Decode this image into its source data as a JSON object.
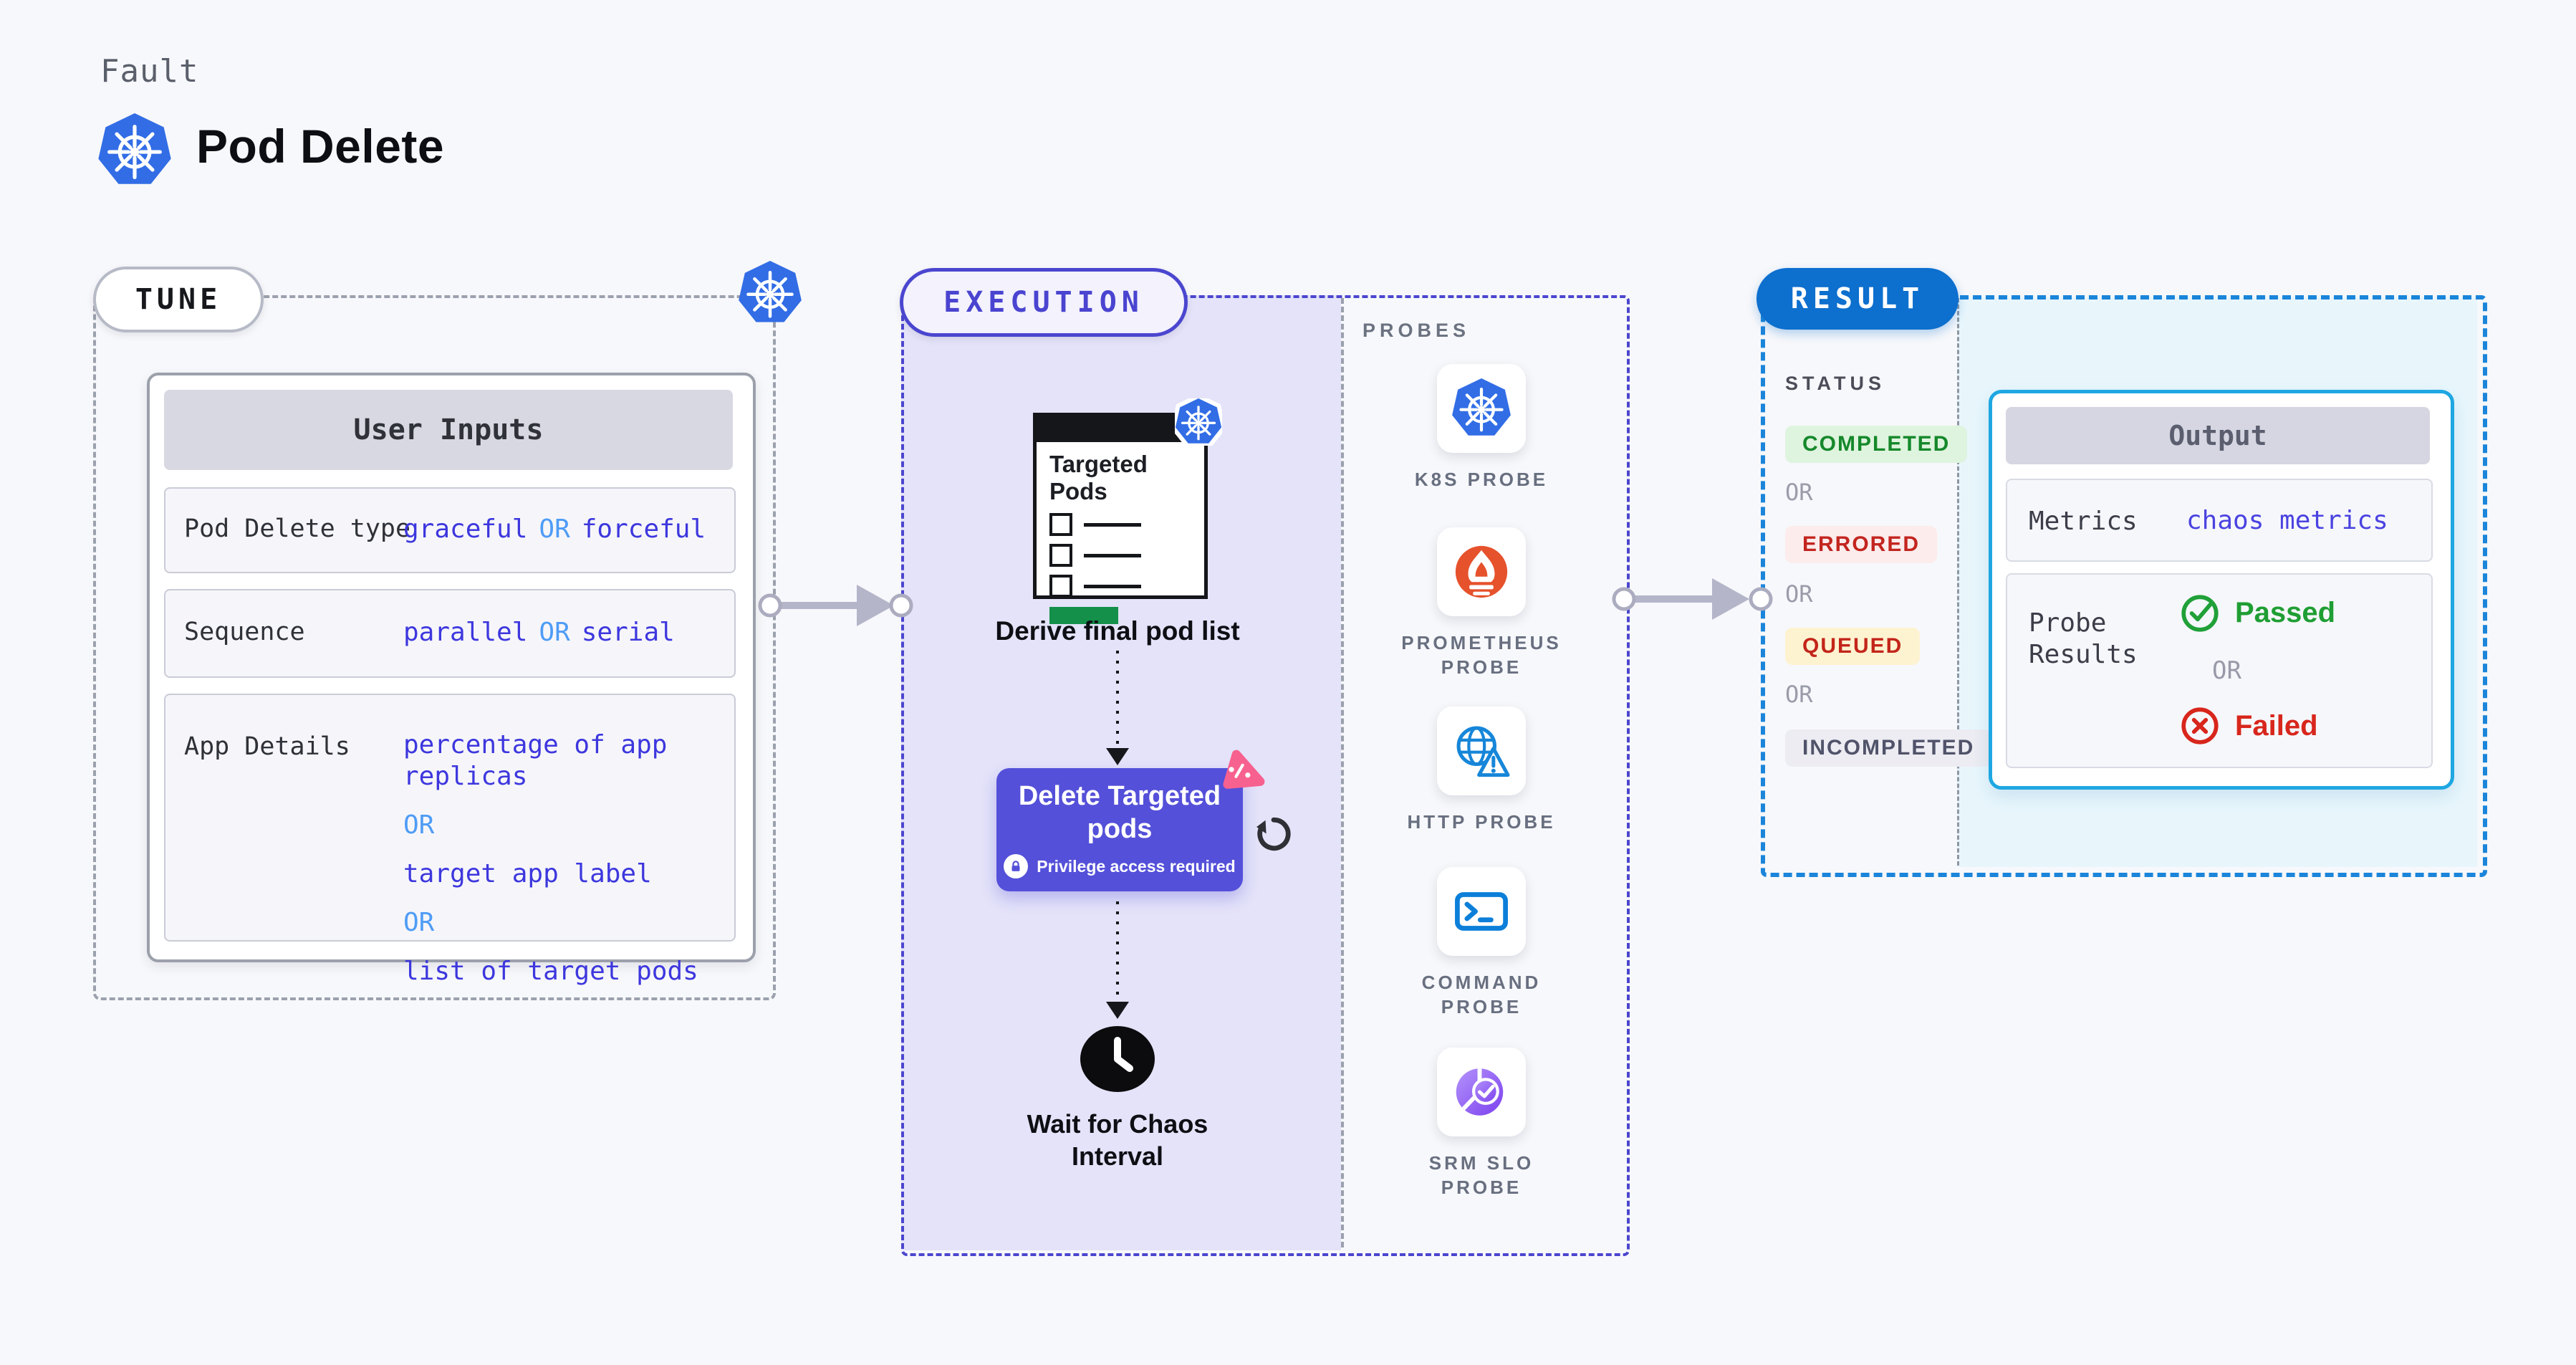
{
  "header": {
    "eyebrow": "Fault",
    "title": "Pod Delete",
    "title_icon": "kubernetes-icon"
  },
  "tune": {
    "badge": "TUNE",
    "corner_icon": "kubernetes-icon",
    "user_inputs": {
      "title": "User Inputs",
      "rows": [
        {
          "label": "Pod Delete type",
          "value_parts": [
            "graceful",
            "OR",
            "forceful"
          ]
        },
        {
          "label": "Sequence",
          "value_parts": [
            "parallel",
            "OR",
            "serial"
          ]
        },
        {
          "label": "App Details",
          "value_parts": [
            "percentage of app replicas",
            "OR",
            "target app label",
            "OR",
            "list of target pods"
          ]
        }
      ]
    }
  },
  "execution": {
    "badge": "EXECUTION",
    "derive_step": {
      "card_title": "Targeted Pods",
      "card_icon": "kubernetes-icon",
      "label": "Derive final pod list"
    },
    "delete_step": {
      "title": "Delete Targeted pods",
      "privilege": "Privilege access required",
      "lock_icon": "lock-icon",
      "corner_icon": "chaos-pink-icon",
      "side_icon": "refresh-loop-icon"
    },
    "wait_step": {
      "label": "Wait for Chaos Interval",
      "icon": "clock-icon"
    },
    "probes": {
      "title": "PROBES",
      "items": [
        {
          "label": "K8S PROBE",
          "icon": "kubernetes-icon"
        },
        {
          "label": "PROMETHEUS PROBE",
          "icon": "prometheus-icon"
        },
        {
          "label": "HTTP PROBE",
          "icon": "http-globe-warning-icon"
        },
        {
          "label": "COMMAND PROBE",
          "icon": "terminal-icon"
        },
        {
          "label": "SRM SLO PROBE",
          "icon": "slo-pie-check-icon"
        }
      ]
    }
  },
  "result": {
    "badge": "RESULT",
    "status": {
      "title": "STATUS",
      "separator": "OR",
      "items": [
        "COMPLETED",
        "ERRORED",
        "QUEUED",
        "INCOMPLETED"
      ]
    },
    "output": {
      "title": "Output",
      "metrics_label": "Metrics",
      "metrics_value": "chaos metrics",
      "probe_results_label": "Probe Results",
      "passed": "Passed",
      "separator": "OR",
      "failed": "Failed",
      "passed_icon": "check-circle-icon",
      "failed_icon": "x-circle-icon"
    }
  },
  "colors": {
    "accent_indigo": "#4b46cf",
    "result_blue": "#0d6fce",
    "output_cyan": "#1ea7e2",
    "value_indigo": "#3d37de",
    "or_blue": "#4f9cf6",
    "success_green": "#1f9e33",
    "error_red": "#d8261c",
    "queued_bg": "#fdf3d1",
    "lavender_bg": "#e4e3f9",
    "result_panel_bg": "#e8f6fc",
    "button_purple": "#5450d9",
    "chaos_pink": "#f7618f",
    "prometheus_orange": "#e6522c",
    "kubernetes_blue": "#326de6"
  }
}
